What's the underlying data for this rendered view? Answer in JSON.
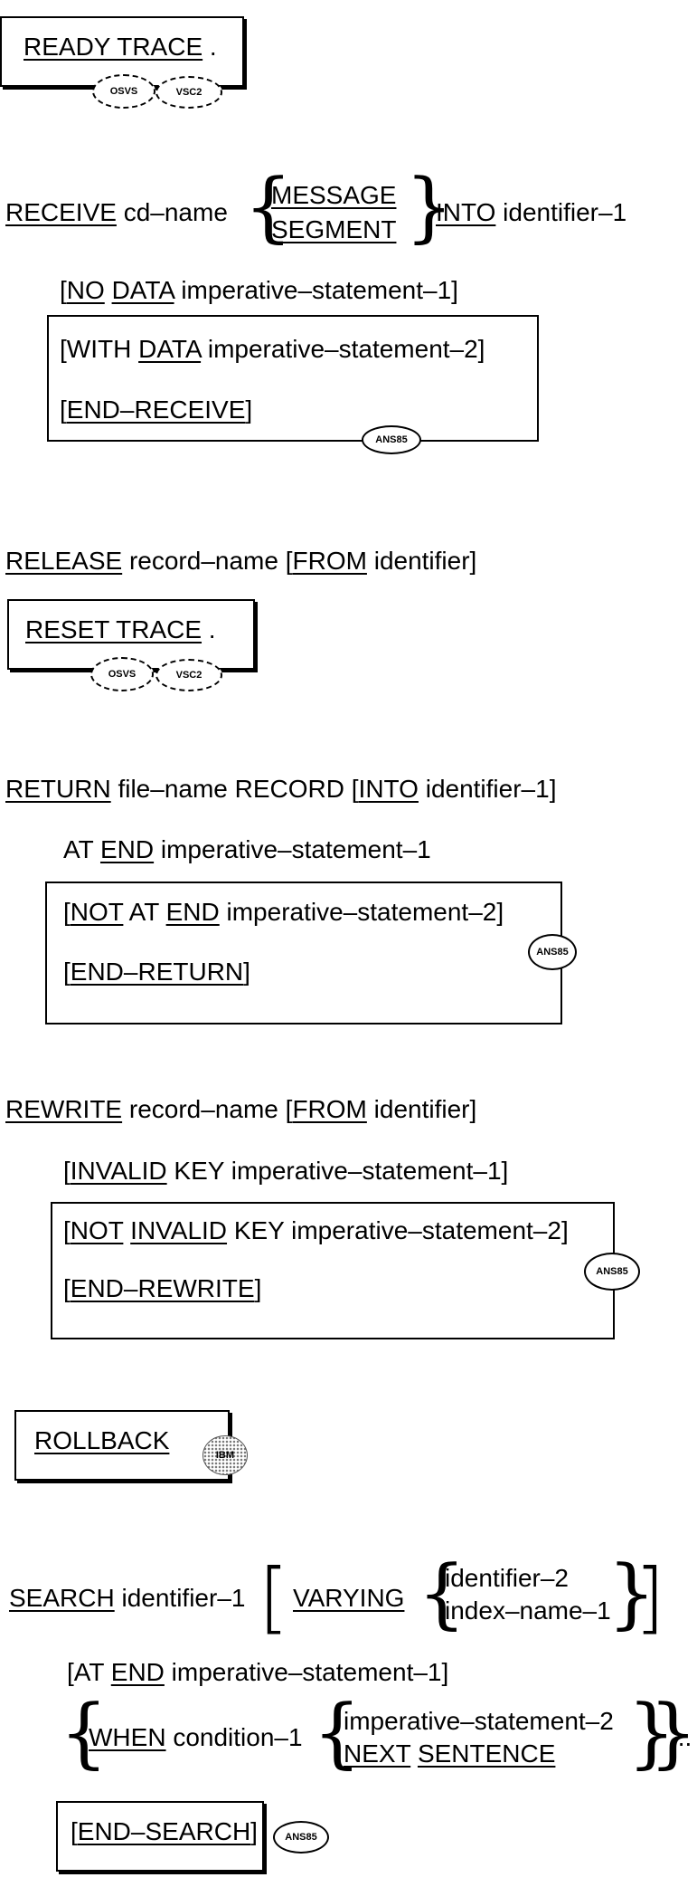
{
  "ready_trace": {
    "kw": "READY TRACE",
    "dot": ".",
    "badge1": "OSVS",
    "badge2": "VSC2"
  },
  "receive": {
    "kw_receive": "RECEIVE",
    "cd_name": "cd–name",
    "opt_message": "MESSAGE",
    "opt_segment": "SEGMENT",
    "kw_into": "INTO",
    "identifier": "identifier–1",
    "no_open": "[",
    "no_kw": "NO",
    "no_data": "DATA",
    "no_rest": "imperative–statement–1]",
    "with_open": "[WITH ",
    "with_data": "DATA",
    "with_rest": "imperative–statement–2]",
    "end_open": "[",
    "end_kw": "END–RECEIVE",
    "end_close": "]",
    "badge": "ANS85"
  },
  "release": {
    "kw": "RELEASE",
    "rest1": "record–name [",
    "from": "FROM",
    "rest2": "identifier]"
  },
  "reset_trace": {
    "kw": "RESET TRACE",
    "dot": ".",
    "badge1": "OSVS",
    "badge2": "VSC2"
  },
  "return": {
    "kw": "RETURN",
    "rest1": "file–name RECORD [",
    "into": "INTO",
    "rest2": "identifier–1]",
    "at": "AT ",
    "end": "END",
    "at_rest": "imperative–statement–1",
    "not_open": "[",
    "not_kw": "NOT",
    "not_at": " AT ",
    "not_end": "END",
    "not_rest": "imperative–statement–2]",
    "er_open": "[",
    "er_kw": "END–RETURN",
    "er_close": "]",
    "badge": "ANS85"
  },
  "rewrite": {
    "kw": "REWRITE",
    "rest1": "record–name [",
    "from": "FROM",
    "rest2": "identifier]",
    "inv_open": "[",
    "inv_kw": "INVALID",
    "inv_rest": "KEY imperative–statement–1]",
    "ninv_open": "[",
    "ninv_not": "NOT",
    "ninv_inv": "INVALID",
    "ninv_rest": "KEY imperative–statement–2]",
    "ew_open": "[",
    "ew_kw": "END–REWRITE",
    "ew_close": "]",
    "badge": "ANS85"
  },
  "rollback": {
    "kw": "ROLLBACK",
    "badge": "IBM"
  },
  "search": {
    "kw": "SEARCH",
    "ident": "identifier–1",
    "varying": "VARYING",
    "opt1": "identifier–2",
    "opt2": "index–name–1",
    "at_open": "[AT ",
    "at_end": "END",
    "at_rest": "imperative–statement–1]",
    "when": "WHEN",
    "cond": "condition–1",
    "stmt2": "imperative–statement–2",
    "next": "NEXT",
    "sentence": "SENTENCE",
    "ellipsis": "...",
    "es_open": "[",
    "es_kw": "END–SEARCH",
    "es_close": "]",
    "badge": "ANS85"
  }
}
